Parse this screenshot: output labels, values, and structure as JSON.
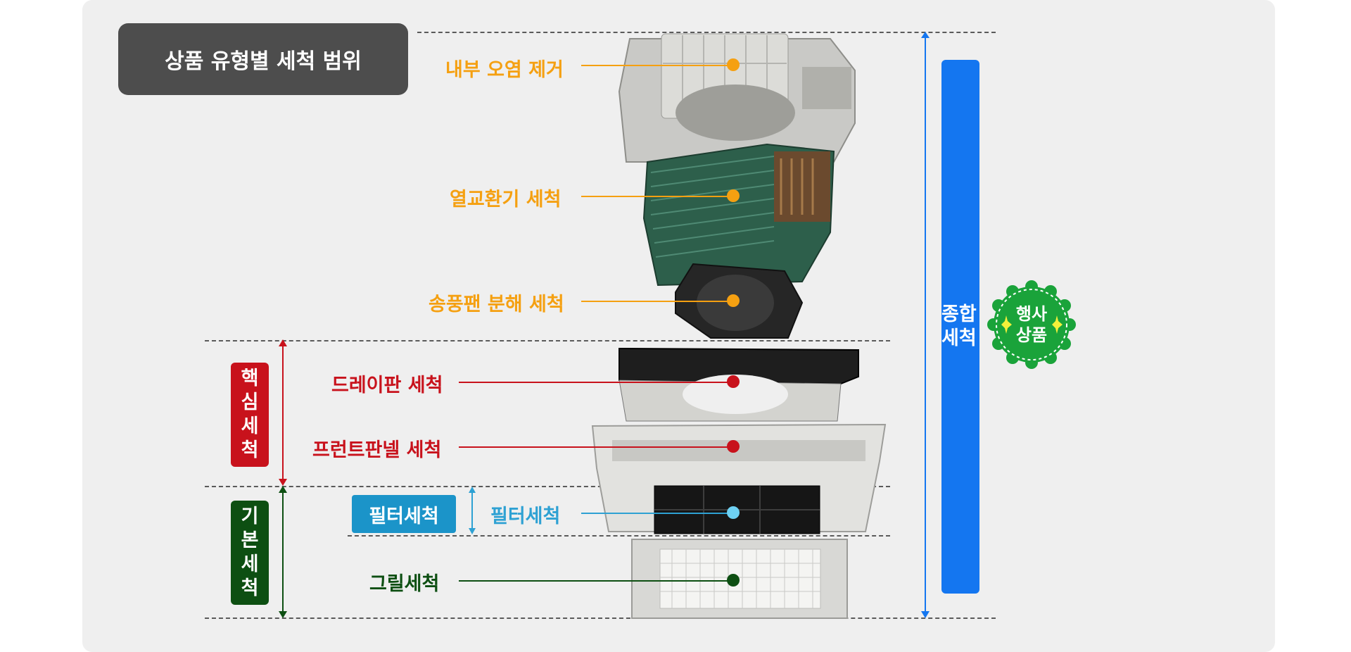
{
  "title": "상품 유형별 세척 범위",
  "labels": {
    "internal": "내부 오염 제거",
    "heat_exchanger": "열교환기 세척",
    "fan": "송풍팬 분해 세척",
    "drain_pan": "드레이판 세척",
    "front_panel": "프런트판넬 세척",
    "filter": "필터세척",
    "grill": "그릴세척"
  },
  "tiers": {
    "core": "핵심세척",
    "basic": "기본세척",
    "filter_tag": "필터세척",
    "comprehensive": "종합세척"
  },
  "badge": {
    "line1": "행사",
    "line2": "상품"
  },
  "colors": {
    "orange": "#f5a011",
    "red": "#c8121c",
    "blue": "#2ea1d3",
    "green": "#0d4f12",
    "comprehensive_blue": "#1476f0",
    "badge_green": "#1aa33a"
  }
}
